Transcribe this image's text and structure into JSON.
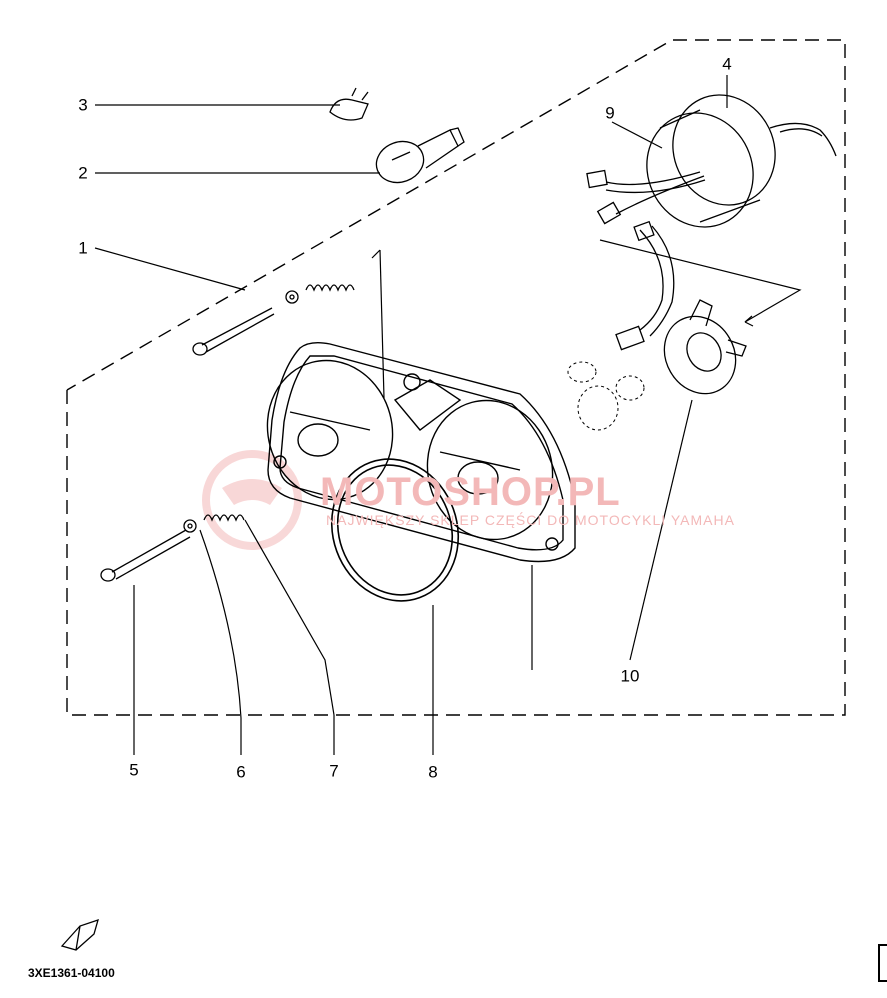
{
  "diagram": {
    "callouts": [
      {
        "id": "1",
        "label": "1"
      },
      {
        "id": "2",
        "label": "2"
      },
      {
        "id": "3",
        "label": "3"
      },
      {
        "id": "4",
        "label": "4"
      },
      {
        "id": "5",
        "label": "5"
      },
      {
        "id": "6",
        "label": "6"
      },
      {
        "id": "7",
        "label": "7"
      },
      {
        "id": "8",
        "label": "8"
      },
      {
        "id": "9",
        "label": "9"
      },
      {
        "id": "10",
        "label": "10"
      }
    ],
    "drawing_code": "3XE1361-04100",
    "watermark": {
      "main": "MOTOSHOP.PL",
      "sub": "NAJWIĘKSZY SKLEP CZĘŚCI DO MOTOCYKLI YAMAHA"
    },
    "colors": {
      "line": "#000000",
      "watermark": "#f3b8b8"
    }
  }
}
